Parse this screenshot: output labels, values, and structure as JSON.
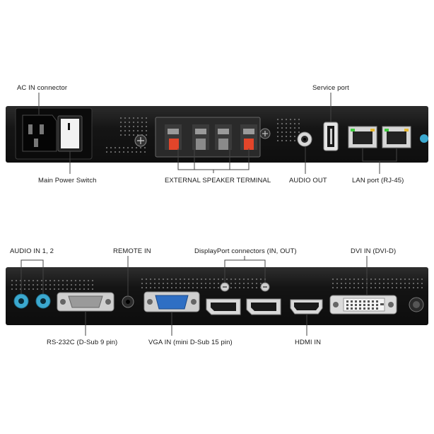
{
  "top_labels": {
    "ac_in": "AC IN connector",
    "service_port": "Service port",
    "main_power": "Main Power Switch",
    "ext_speaker": "EXTERNAL SPEAKER TERMINAL",
    "audio_out": "AUDIO OUT",
    "lan_port": "LAN port (RJ-45)"
  },
  "bottom_labels": {
    "audio_in": "AUDIO IN 1, 2",
    "remote_in": "REMOTE IN",
    "displayport": "DisplayPort connectors (IN, OUT)",
    "dvi_in": "DVI IN (DVI-D)",
    "rs232c": "RS-232C (D-Sub 9 pin)",
    "vga_in": "VGA IN (mini D-Sub 15 pin)",
    "hdmi_in": "HDMI IN"
  },
  "colors": {
    "panel": "#141414",
    "speaker_red": "#e2452a",
    "vga_blue": "#2f6fc4",
    "audio_in_teal": "#3ba8cf",
    "lan_led_green": "#3ecc3e",
    "lan_led_amber": "#e7b830"
  },
  "icons": [
    "power-switch-icon",
    "ac-socket-icon",
    "usb-port-icon",
    "rj45-icon",
    "screw-icon"
  ]
}
